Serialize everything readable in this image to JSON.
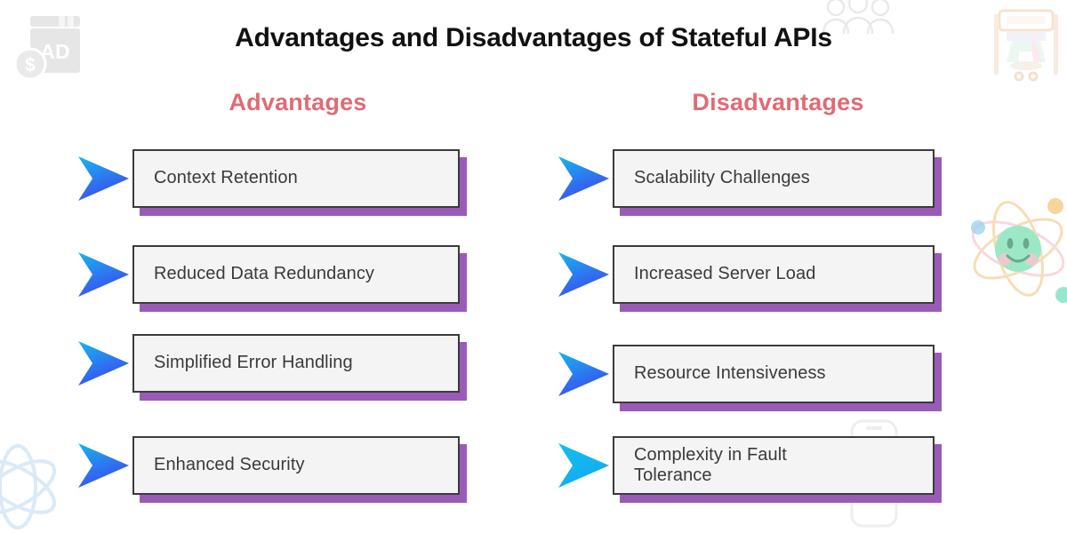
{
  "page": {
    "title": "Advantages and Disadvantages of Stateful APIs",
    "background_color": "#ffffff",
    "heading_color": "#e06b74",
    "card_fill": "#f4f4f4",
    "card_border": "#3b3b3b",
    "card_shadow_color": "#9a5bb8",
    "arrow_gradient_from": "#15b8ef",
    "arrow_gradient_to": "#3355ee",
    "text_color": "#3a3a3a"
  },
  "columns": [
    {
      "heading": "Advantages",
      "items": [
        {
          "label": "Context Retention"
        },
        {
          "label": "Reduced Data Redundancy"
        },
        {
          "label": "Simplified Error Handling"
        },
        {
          "label": "Enhanced Security"
        }
      ]
    },
    {
      "heading": "Disadvantages",
      "items": [
        {
          "label": "Scalability Challenges"
        },
        {
          "label": "Increased Server Load"
        },
        {
          "label": "Resource Intensiveness"
        },
        {
          "label": "Complexity in Fault\nTolerance"
        }
      ]
    }
  ],
  "decorations": [
    {
      "name": "ad-banner-icon",
      "description": "AD browser window with dollar coin"
    },
    {
      "name": "people-group-icon",
      "description": "group of people outlines"
    },
    {
      "name": "printer-icon",
      "description": "pastel printing machine"
    },
    {
      "name": "atom-smiley-icon",
      "description": "smiling green atom with orbits"
    },
    {
      "name": "react-atom-icon",
      "description": "faint blue react style atom"
    },
    {
      "name": "phone-outline-icon",
      "description": "faint rounded phone outline"
    }
  ]
}
